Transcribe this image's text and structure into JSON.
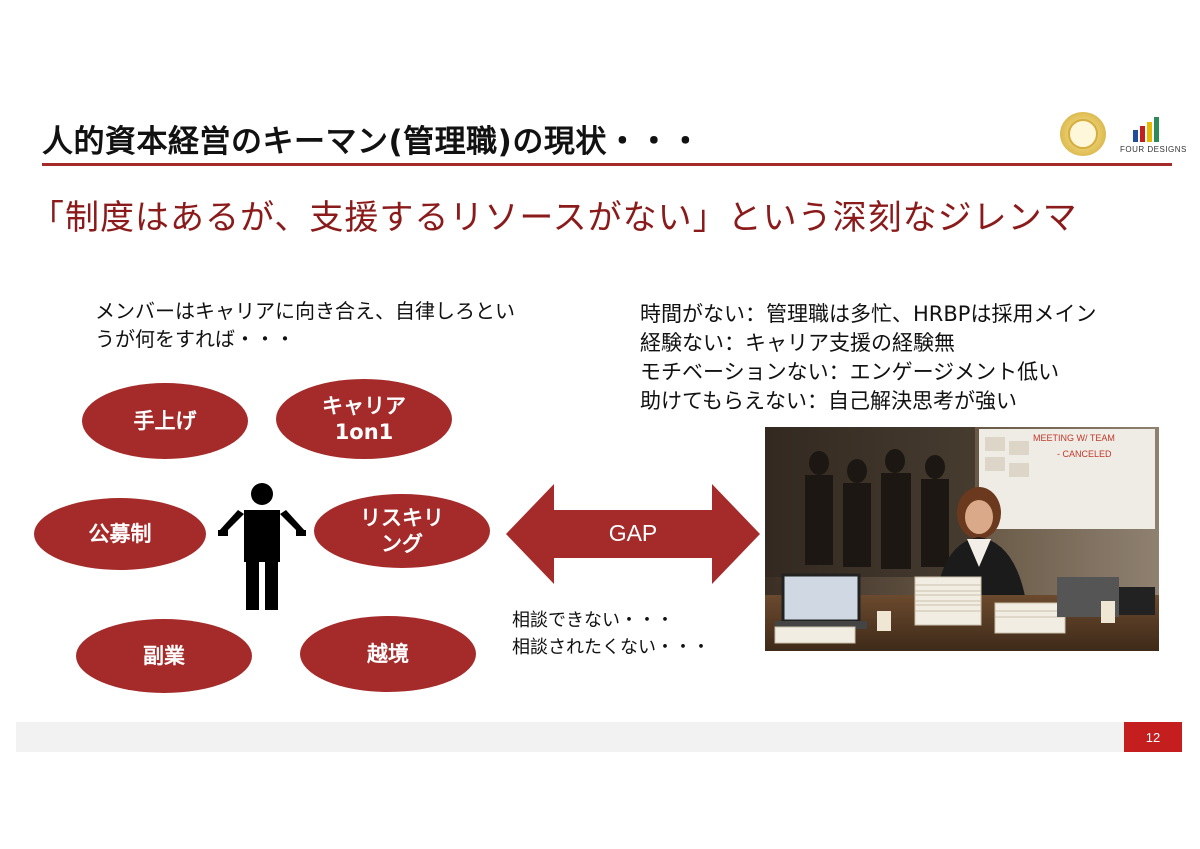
{
  "header": {
    "title": "人的資本経営のキーマン(管理職)の現状・・・",
    "logo_text": "FOUR DESIGNS",
    "logo_colors": [
      "#1f4e9c",
      "#c41e1e",
      "#e6b800",
      "#2e8b57"
    ]
  },
  "subtitle": "「制度はあるが、支援するリソースがない」という深刻なジレンマ",
  "left": {
    "caption": "メンバーはキャリアに向き合え、自律しろというが何をすれば・・・",
    "ovals": [
      {
        "label": "手上げ"
      },
      {
        "label": "キャリア\n1on1"
      },
      {
        "label": "公募制"
      },
      {
        "label": "リスキリ\nング"
      },
      {
        "label": "副業"
      },
      {
        "label": "越境"
      }
    ]
  },
  "gap": {
    "label": "GAP",
    "consult_lines": [
      "相談できない・・・",
      "相談されたくない・・・"
    ]
  },
  "right": {
    "lines": [
      "時間がない：管理職は多忙、HRBPは採用メイン",
      "経験ない：キャリア支援の経験無",
      "モチベーションない：エンゲージメント低い",
      "助けてもらえない：自己解決思考が強い"
    ],
    "photo_board_lines": [
      "MEETING W/ TEAM",
      "- CANCELED"
    ]
  },
  "footer": {
    "page_number": "12"
  },
  "colors": {
    "accent": "#a52a2a",
    "page_badge": "#c41e1e"
  }
}
